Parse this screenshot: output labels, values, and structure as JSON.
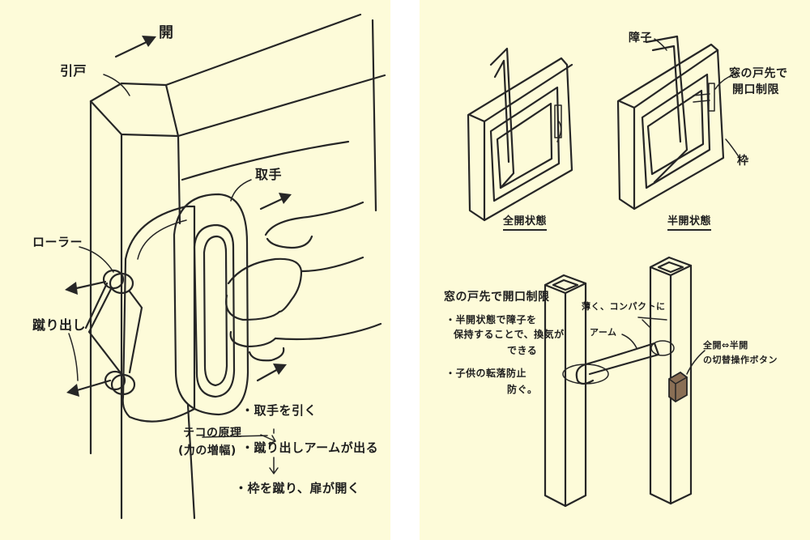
{
  "left": {
    "sliding_door": "引戸",
    "open_arrow": "開",
    "handle": "取手",
    "roller": "ローラー",
    "kickout": "蹴り出し",
    "lever_line1": "テコの原理",
    "lever_line2": "(力の増幅)",
    "step1": "・取手を引く",
    "step2": "・蹴り出しアームが出る",
    "step3": "・枠を蹴り、扉が開く"
  },
  "right": {
    "shoji": "障子",
    "window_stopper_line1": "窓の戸先で",
    "window_stopper_line2": "開口制限",
    "frame": "枠",
    "full_open": "全開状態",
    "half_open": "半開状態",
    "section_title": "窓の戸先で開口制限",
    "bullet1_line1": "・半開状態で障子を",
    "bullet1_line2": "保持することで、換気が",
    "bullet1_line3": "できる",
    "bullet2_line1": "・子供の転落防止",
    "bullet2_line2": "防ぐ。",
    "compact": "薄く、コンパクトに",
    "arm": "アーム",
    "switch_line1": "全開⇔半開",
    "switch_line2": "の切替操作ボタン"
  }
}
